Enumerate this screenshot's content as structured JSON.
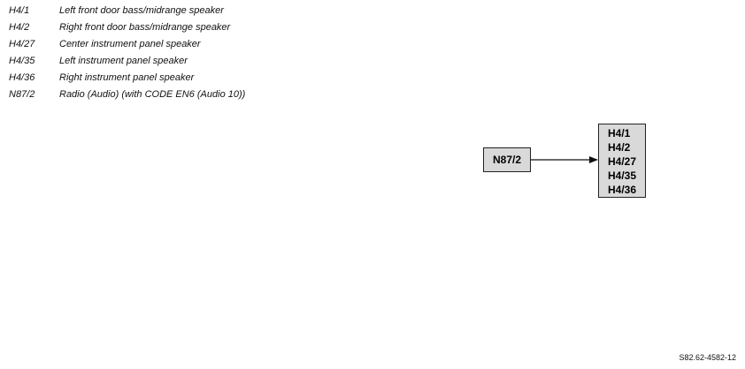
{
  "legend": [
    {
      "code": "H4/1",
      "description": "Left front door bass/midrange speaker"
    },
    {
      "code": "H4/2",
      "description": "Right front door bass/midrange speaker"
    },
    {
      "code": "H4/27",
      "description": "Center instrument panel speaker"
    },
    {
      "code": "H4/35",
      "description": "Left instrument panel speaker"
    },
    {
      "code": "H4/36",
      "description": "Right instrument panel speaker"
    },
    {
      "code": "N87/2",
      "description": "Radio (Audio) (with CODE EN6 (Audio 10))"
    }
  ],
  "diagram": {
    "source": {
      "label": "N87/2"
    },
    "target": {
      "items": [
        "H4/1",
        "H4/2",
        "H4/27",
        "H4/35",
        "H4/36"
      ]
    },
    "box_fill": "#d9d9d9"
  },
  "footer": {
    "reference": "S82.62-4582-12"
  }
}
